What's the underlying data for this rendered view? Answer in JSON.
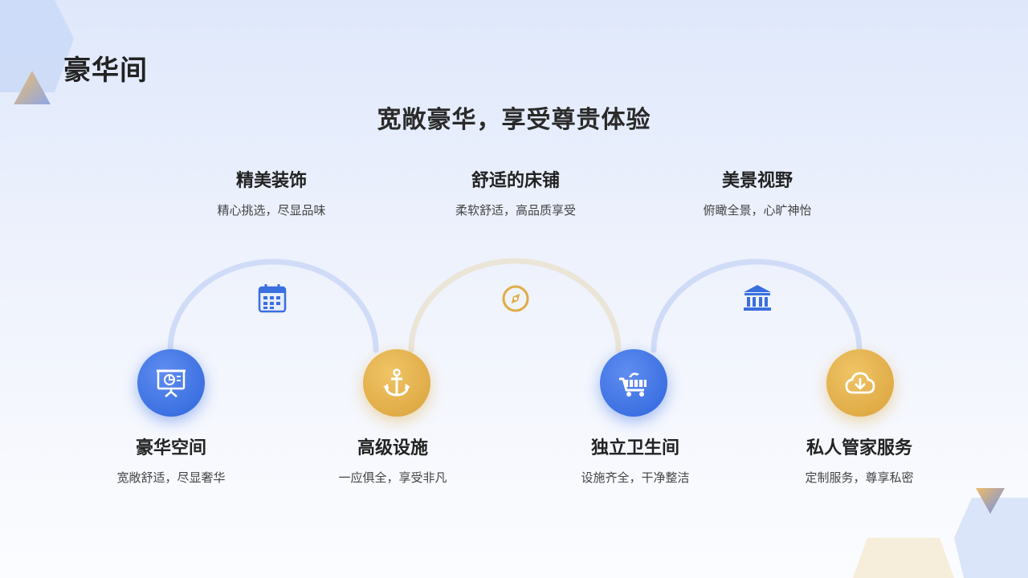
{
  "page_title": "豪华间",
  "subtitle": "宽敞豪华，享受尊贵体验",
  "top_features": [
    {
      "title": "精美装饰",
      "desc": "精心挑选，尽显品味",
      "icon": "calendar-icon"
    },
    {
      "title": "舒适的床铺",
      "desc": "柔软舒适，高品质享受",
      "icon": "compass-icon"
    },
    {
      "title": "美景视野",
      "desc": "俯瞰全景，心旷神怡",
      "icon": "bank-icon"
    }
  ],
  "bottom_features": [
    {
      "title": "豪华空间",
      "desc": "宽敞舒适，尽显奢华",
      "icon": "presentation-icon",
      "color": "#3a6fe0"
    },
    {
      "title": "高级设施",
      "desc": "一应俱全，享受非凡",
      "icon": "anchor-icon",
      "color": "#e0ac45"
    },
    {
      "title": "独立卫生间",
      "desc": "设施齐全，干净整洁",
      "icon": "cart-icon",
      "color": "#3a6fe0"
    },
    {
      "title": "私人管家服务",
      "desc": "定制服务，尊享私密",
      "icon": "cloud-download-icon",
      "color": "#e0ac45"
    }
  ],
  "colors": {
    "blue": "#3a6fe0",
    "gold": "#e0ac45",
    "arc_blue": "#d0dcf7",
    "arc_beige": "#ebe5d8"
  }
}
